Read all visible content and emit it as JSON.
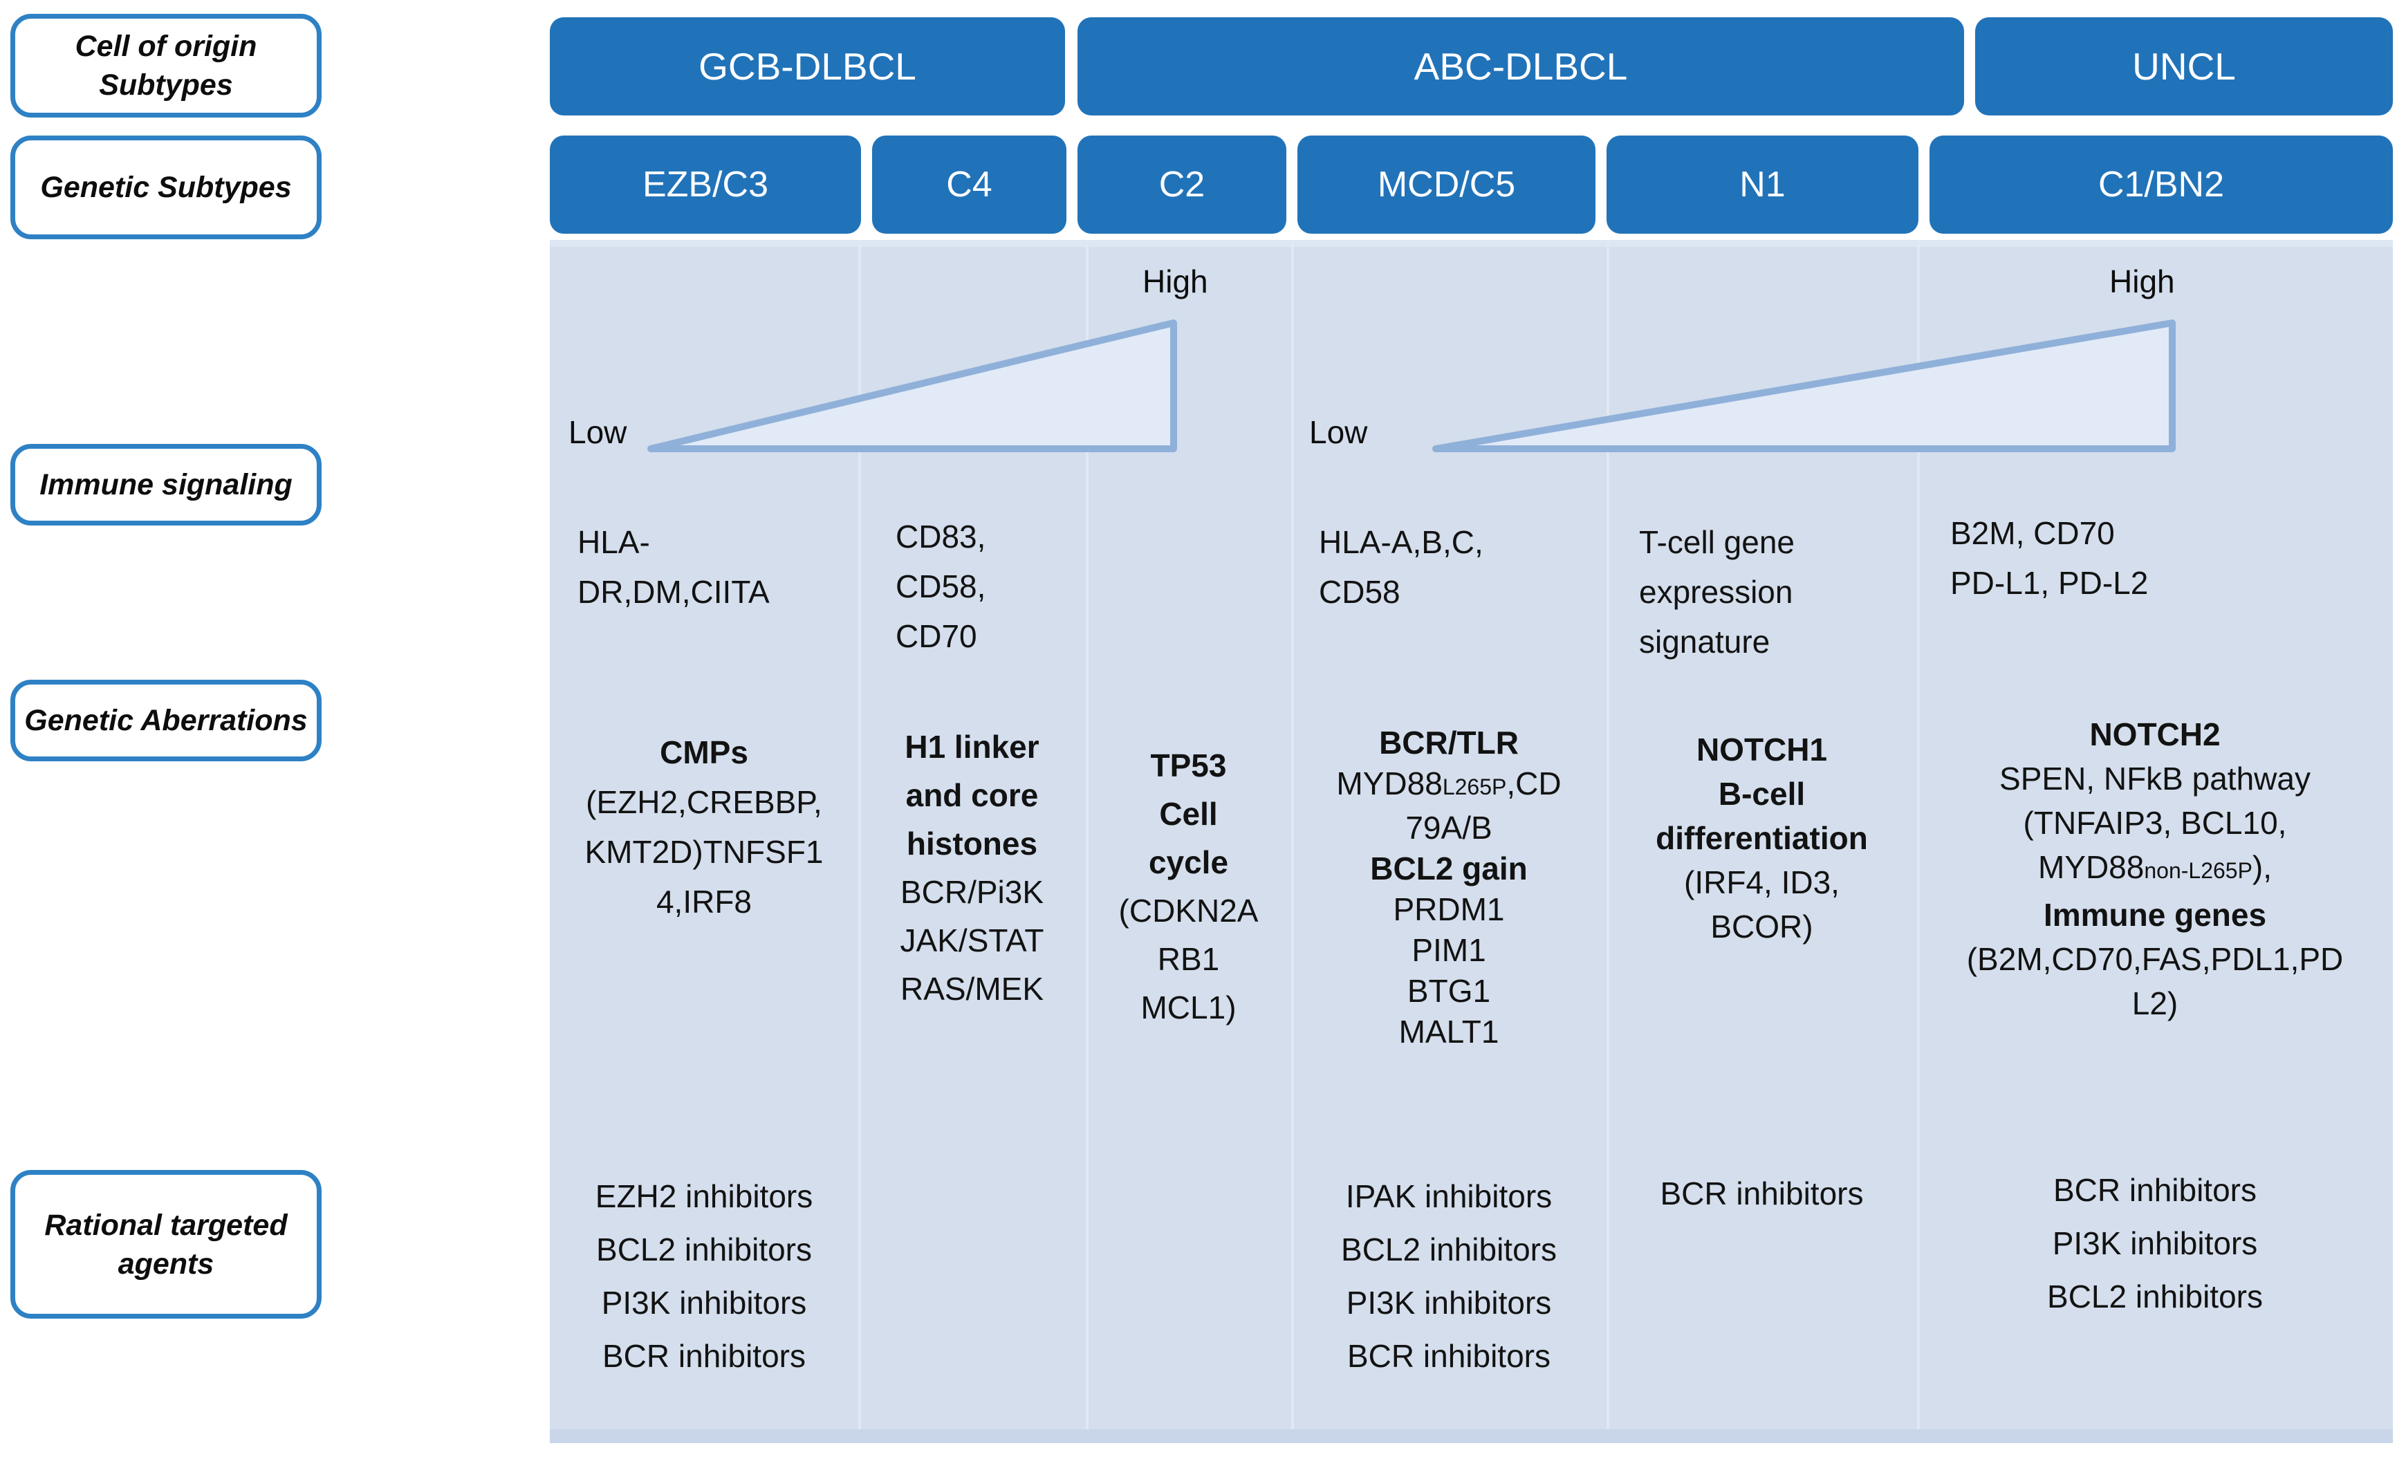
{
  "row_labels": {
    "cell_of_origin": "Cell of origin Subtypes",
    "genetic_subtypes": "Genetic Subtypes",
    "immune_signaling": "Immune signaling",
    "genetic_aberrations": "Genetic Aberrations",
    "rational_targeted_agents": "Rational targeted agents"
  },
  "coo_groups": [
    {
      "label": "GCB-DLBCL"
    },
    {
      "label": "ABC-DLBCL"
    },
    {
      "label": "UNCL"
    }
  ],
  "gradient": {
    "low": "Low",
    "high": "High"
  },
  "columns": [
    {
      "subtype": "EZB/C3",
      "immune": [
        "HLA-",
        "DR,DM,CIITA"
      ],
      "aberrations": [
        {
          "t": "CMPs",
          "b": true
        },
        {
          "t": "(EZH2,CREBBP,"
        },
        {
          "t": "KMT2D)TNFSF1"
        },
        {
          "t": "4,IRF8"
        }
      ],
      "agents": [
        "EZH2 inhibitors",
        "BCL2 inhibitors",
        "PI3K inhibitors",
        "BCR inhibitors"
      ]
    },
    {
      "subtype": "C4",
      "immune": [
        "CD83,",
        "CD58,",
        "CD70"
      ],
      "aberrations": [
        {
          "t": "H1 linker",
          "b": true
        },
        {
          "t": "and core",
          "b": true
        },
        {
          "t": "histones",
          "b": true
        },
        {
          "t": "BCR/Pi3K"
        },
        {
          "t": "JAK/STAT"
        },
        {
          "t": "RAS/MEK"
        }
      ],
      "agents": []
    },
    {
      "subtype": "C2",
      "immune": [],
      "aberrations": [
        {
          "t": "TP53",
          "b": true
        },
        {
          "t": "Cell",
          "b": true
        },
        {
          "t": "cycle",
          "b": true
        },
        {
          "t": "(CDKN2A"
        },
        {
          "t": "RB1"
        },
        {
          "t": "MCL1)"
        }
      ],
      "agents": []
    },
    {
      "subtype": "MCD/C5",
      "immune": [
        "HLA-A,B,C,",
        "CD58"
      ],
      "aberrations": [
        {
          "t": "BCR/TLR",
          "b": true
        },
        {
          "pre": "MYD88",
          "sub": "L265P",
          "post": ",CD"
        },
        {
          "t": "79A/B"
        },
        {
          "t": "BCL2 gain",
          "b": true
        },
        {
          "t": "PRDM1"
        },
        {
          "t": "PIM1"
        },
        {
          "t": "BTG1"
        },
        {
          "t": "MALT1"
        }
      ],
      "agents": [
        "IPAK inhibitors",
        "BCL2 inhibitors",
        "PI3K inhibitors",
        "BCR inhibitors"
      ]
    },
    {
      "subtype": "N1",
      "immune": [
        "T-cell gene",
        "expression",
        "signature"
      ],
      "aberrations": [
        {
          "t": "NOTCH1",
          "b": true
        },
        {
          "t": "B-cell",
          "b": true
        },
        {
          "t": "differentiation",
          "b": true
        },
        {
          "t": "(IRF4, ID3,"
        },
        {
          "t": "BCOR)"
        }
      ],
      "agents": [
        "BCR inhibitors"
      ]
    },
    {
      "subtype": "C1/BN2",
      "immune": [
        "B2M, CD70",
        "PD-L1, PD-L2"
      ],
      "aberrations": [
        {
          "t": "NOTCH2",
          "b": true
        },
        {
          "t": "SPEN, NFkB pathway"
        },
        {
          "t": "(TNFAIP3, BCL10,"
        },
        {
          "pre": "MYD88",
          "sub": "non-L265P",
          "post": "),"
        },
        {
          "t": "Immune genes",
          "b": true
        },
        {
          "t": "(B2M,CD70,FAS,PDL1,PD"
        },
        {
          "t": "L2)"
        }
      ],
      "agents": [
        "BCR inhibitors",
        "PI3K inhibitors",
        "BCL2 inhibitors"
      ]
    }
  ],
  "colors": {
    "header_blue": "#2173b9",
    "label_border": "#2e81c4",
    "panel_bg": "#d4deec",
    "divider": "#e0e8f3",
    "triangle_fill": "#e1eaf6",
    "triangle_stroke": "#8fb0d9",
    "text": "#121212"
  }
}
